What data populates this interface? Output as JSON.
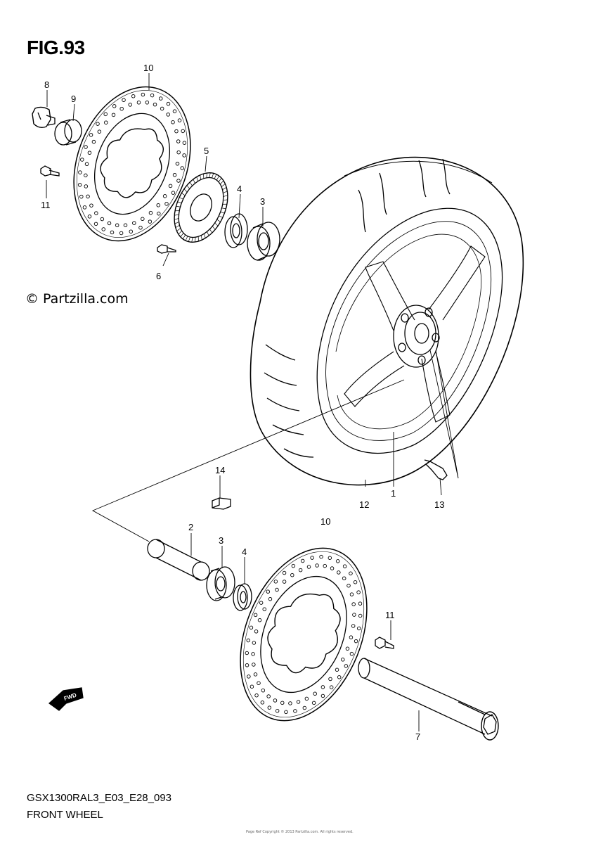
{
  "figure": {
    "title": "FIG.93",
    "watermark": "© Partzilla.com",
    "model_code": "GSX1300RAL3_E03_E28_093",
    "section_name": "FRONT WHEEL",
    "fine_print": "Page Ref Copyright © 2013 Partzilla.com. All rights reserved."
  },
  "callouts": [
    {
      "id": "c10a",
      "text": "10"
    },
    {
      "id": "c8",
      "text": "8"
    },
    {
      "id": "c9",
      "text": "9"
    },
    {
      "id": "c5",
      "text": "5"
    },
    {
      "id": "c4a",
      "text": "4"
    },
    {
      "id": "c3a",
      "text": "3"
    },
    {
      "id": "c11a",
      "text": "11"
    },
    {
      "id": "c6",
      "text": "6"
    },
    {
      "id": "c14",
      "text": "14"
    },
    {
      "id": "c12",
      "text": "12"
    },
    {
      "id": "c1",
      "text": "1"
    },
    {
      "id": "c13",
      "text": "13"
    },
    {
      "id": "c10b",
      "text": "10"
    },
    {
      "id": "c2",
      "text": "2"
    },
    {
      "id": "c3b",
      "text": "3"
    },
    {
      "id": "c4b",
      "text": "4"
    },
    {
      "id": "c11b",
      "text": "11"
    },
    {
      "id": "c7",
      "text": "7"
    }
  ],
  "fwd_arrow": {
    "label": "FWD"
  }
}
